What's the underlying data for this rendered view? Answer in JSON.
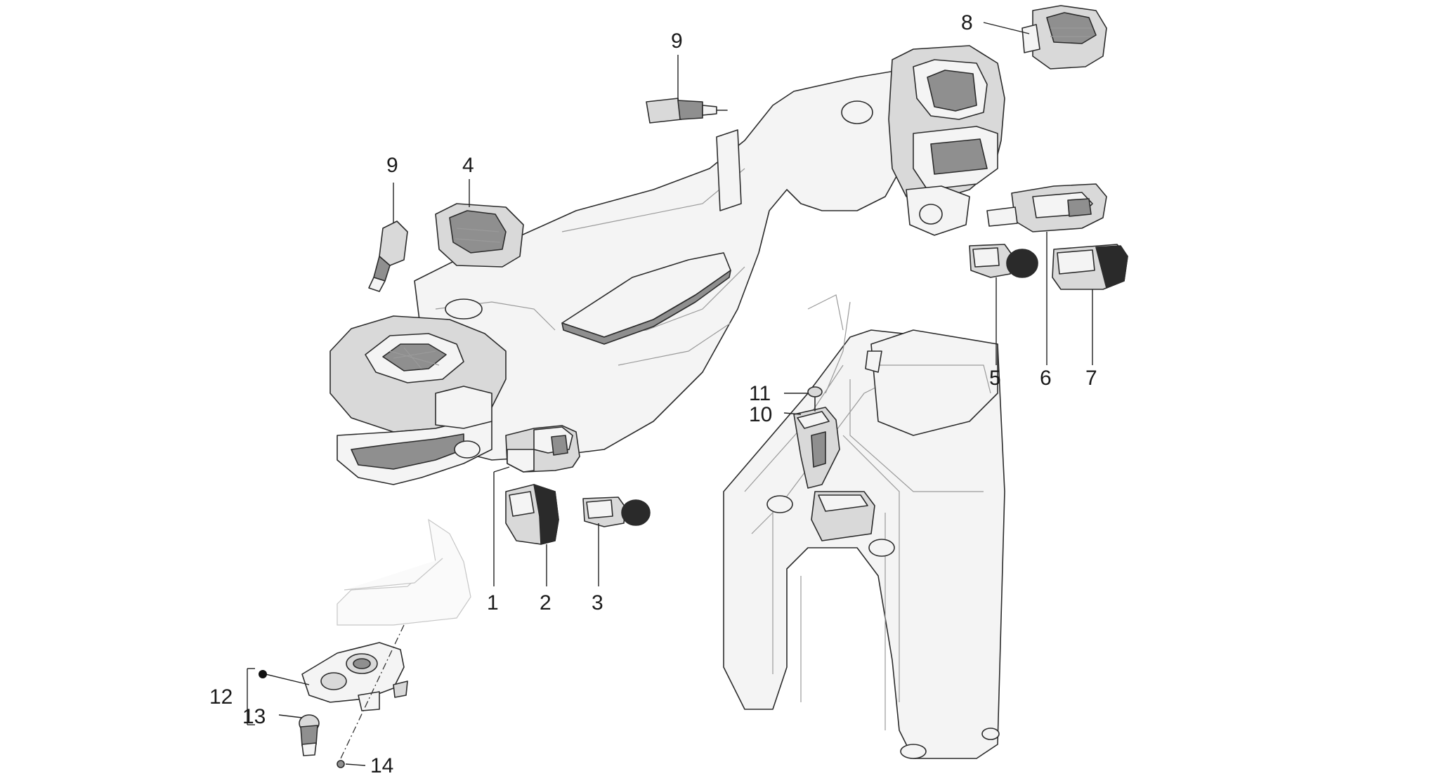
{
  "callouts": {
    "c1": "1",
    "c2": "2",
    "c3": "3",
    "c4": "4",
    "c5": "5",
    "c6": "6",
    "c7": "7",
    "c8": "8",
    "c9a": "9",
    "c9b": "9",
    "c10": "10",
    "c11": "11",
    "c12": "12",
    "c13": "13",
    "c14": "14"
  },
  "colors": {
    "line": "#2b2b2b",
    "background": "#ffffff"
  }
}
